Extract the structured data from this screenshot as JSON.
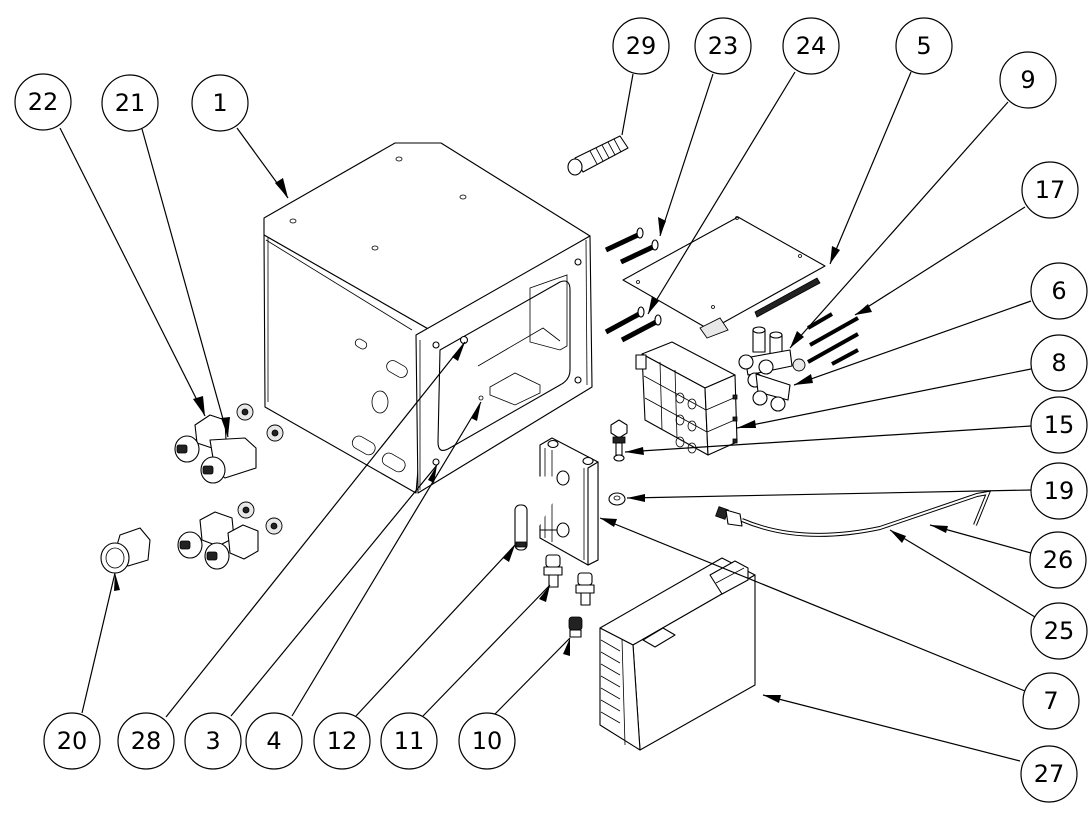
{
  "drawing": {
    "type": "exploded-assembly-view",
    "background": "#ffffff",
    "line_color": "#000000"
  },
  "balloons": [
    {
      "id": "b22",
      "label": "22",
      "points_to": "panel-connector-large"
    },
    {
      "id": "b21",
      "label": "21",
      "points_to": "panel-connector-hex"
    },
    {
      "id": "b1",
      "label": "1",
      "points_to": "enclosure"
    },
    {
      "id": "b29",
      "label": "29",
      "points_to": "cable-gland-strain-relief"
    },
    {
      "id": "b23",
      "label": "23",
      "points_to": "short-screw"
    },
    {
      "id": "b24",
      "label": "24",
      "points_to": "long-screw"
    },
    {
      "id": "b5",
      "label": "5",
      "points_to": "circuit-board"
    },
    {
      "id": "b9",
      "label": "9",
      "points_to": "manifold-fitting"
    },
    {
      "id": "b17",
      "label": "17",
      "points_to": "valve-screws"
    },
    {
      "id": "b6",
      "label": "6",
      "points_to": "elbow-fitting"
    },
    {
      "id": "b8",
      "label": "8",
      "points_to": "solenoid-valve-block"
    },
    {
      "id": "b15",
      "label": "15",
      "points_to": "plug-fitting"
    },
    {
      "id": "b19",
      "label": "19",
      "points_to": "washer"
    },
    {
      "id": "b26",
      "label": "26",
      "points_to": "tubing"
    },
    {
      "id": "b25",
      "label": "25",
      "points_to": "sensor-cable"
    },
    {
      "id": "b7",
      "label": "7",
      "points_to": "manifold-bracket"
    },
    {
      "id": "b27",
      "label": "27",
      "points_to": "power-supply"
    },
    {
      "id": "b20",
      "label": "20",
      "points_to": "cable-gland"
    },
    {
      "id": "b28",
      "label": "28",
      "points_to": "enclosure-standoff"
    },
    {
      "id": "b3",
      "label": "3",
      "points_to": "enclosure-fastener"
    },
    {
      "id": "b4",
      "label": "4",
      "points_to": "enclosure-hole-insert"
    },
    {
      "id": "b12",
      "label": "12",
      "points_to": "bracket-tube"
    },
    {
      "id": "b11",
      "label": "11",
      "points_to": "push-fitting"
    },
    {
      "id": "b10",
      "label": "10",
      "points_to": "muffler"
    }
  ]
}
